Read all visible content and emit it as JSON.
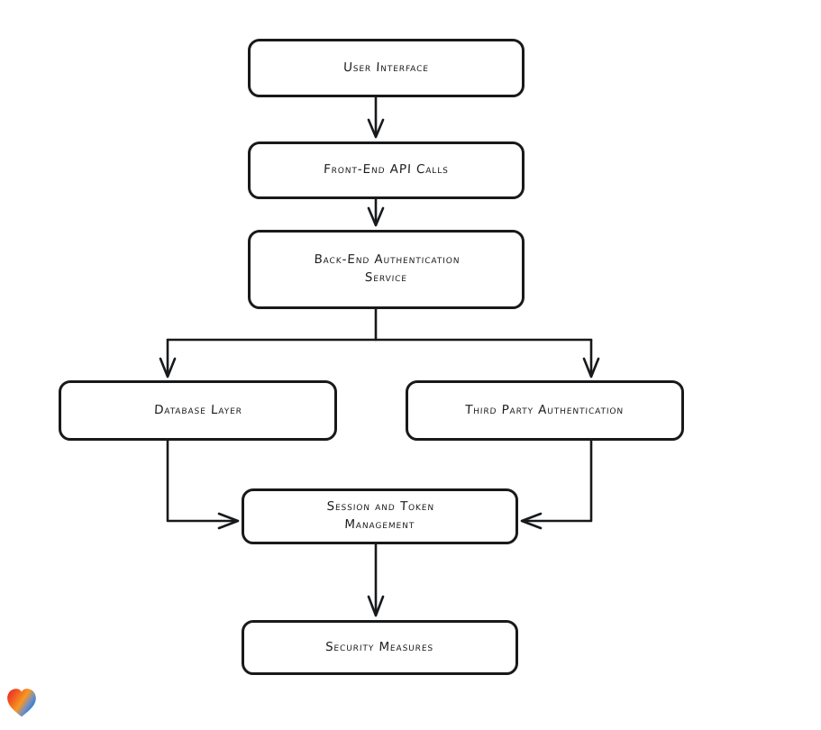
{
  "diagram": {
    "type": "flowchart",
    "style": "hand-drawn-rounded-rectangles",
    "background_color": "#ffffff",
    "stroke_color": "#18191b",
    "text_color": "#1b1b1d",
    "nodes": [
      {
        "id": "user-interface",
        "label": "User Interface"
      },
      {
        "id": "frontend-api",
        "label": "Front-End API Calls"
      },
      {
        "id": "backend-auth",
        "label": "Back-End Authentication\nService"
      },
      {
        "id": "database-layer",
        "label": "Database Layer"
      },
      {
        "id": "third-party-auth",
        "label": "Third Party Authentication"
      },
      {
        "id": "session-token",
        "label": "Session and Token\nManagement"
      },
      {
        "id": "security",
        "label": "Security Measures"
      }
    ],
    "edges": [
      {
        "from": "user-interface",
        "to": "frontend-api",
        "direction": "down"
      },
      {
        "from": "frontend-api",
        "to": "backend-auth",
        "direction": "down"
      },
      {
        "from": "backend-auth",
        "to": "database-layer",
        "direction": "down-left-branch"
      },
      {
        "from": "backend-auth",
        "to": "third-party-auth",
        "direction": "down-right-branch"
      },
      {
        "from": "database-layer",
        "to": "session-token",
        "direction": "down-then-right"
      },
      {
        "from": "third-party-auth",
        "to": "session-token",
        "direction": "down-then-left"
      },
      {
        "from": "session-token",
        "to": "security",
        "direction": "down"
      }
    ]
  },
  "watermark": {
    "icon": "heart-icon",
    "colors": {
      "top_left": "#e8262a",
      "bottom": "#f79722",
      "top_right": "#1fa8d6",
      "right_accent": "#2b63d9"
    }
  }
}
